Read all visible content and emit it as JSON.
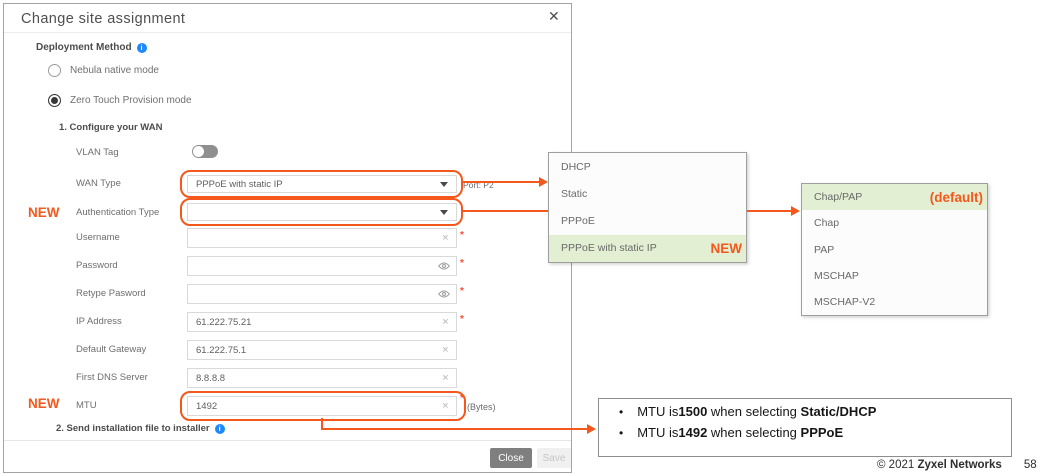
{
  "dialog": {
    "title": "Change site assignment",
    "deployment": {
      "label": "Deployment Method",
      "options": [
        {
          "label": "Nebula native mode",
          "selected": false
        },
        {
          "label": "Zero Touch Provision mode",
          "selected": true
        }
      ]
    },
    "section1": "1. Configure your WAN",
    "fields": {
      "vlan": {
        "label": "VLAN Tag",
        "toggle": "off"
      },
      "wan_type": {
        "label": "WAN Type",
        "value": "PPPoE with static IP",
        "port": "Port: P2"
      },
      "auth_type": {
        "label": "Authentication Type",
        "value": ""
      },
      "username": {
        "label": "Username",
        "value": "",
        "required": "*"
      },
      "password": {
        "label": "Password",
        "value": "",
        "required": "*"
      },
      "retype": {
        "label": "Retype Pasword",
        "value": "",
        "required": "*"
      },
      "ip": {
        "label": "IP Address",
        "value": "61.222.75.21",
        "required": "*"
      },
      "gateway": {
        "label": "Default Gateway",
        "value": "61.222.75.1"
      },
      "dns": {
        "label": "First DNS Server",
        "value": "8.8.8.8"
      },
      "mtu": {
        "label": "MTU",
        "value": "1492",
        "unit": "(Bytes)",
        "required": "*"
      }
    },
    "section2": "2. Send installation file to installer",
    "buttons": {
      "close": "Close",
      "save": "Save"
    }
  },
  "annotations": {
    "new_badge": "NEW",
    "default_badge": "(default)"
  },
  "wan_dropdown": {
    "items": [
      {
        "label": "DHCP"
      },
      {
        "label": "Static"
      },
      {
        "label": "PPPoE"
      },
      {
        "label": "PPPoE with static IP",
        "badge": "NEW",
        "highlighted": true
      }
    ]
  },
  "auth_dropdown": {
    "items": [
      {
        "label": "Chap/PAP",
        "badge": "(default)",
        "highlighted": true
      },
      {
        "label": "Chap"
      },
      {
        "label": "PAP"
      },
      {
        "label": "MSCHAP"
      },
      {
        "label": "MSCHAP-V2"
      }
    ]
  },
  "note": {
    "lines": [
      {
        "pre": "MTU is",
        "bold1": "1500",
        "mid": " when selecting ",
        "bold2": "Static/DHCP"
      },
      {
        "pre": "MTU is",
        "bold1": "1492",
        "mid": " when selecting ",
        "bold2": "PPPoE"
      }
    ]
  },
  "footer": {
    "copyright_pre": "© 2021 ",
    "brand": "Zyxel Networks",
    "page": "58"
  },
  "icons": {
    "close": "✕",
    "clear": "✕",
    "info": "i"
  },
  "colors": {
    "accent_orange": "#f4581c",
    "highlight_green": "#e2efd2",
    "info_blue": "#1e88ff",
    "required_red": "#f4503a"
  }
}
